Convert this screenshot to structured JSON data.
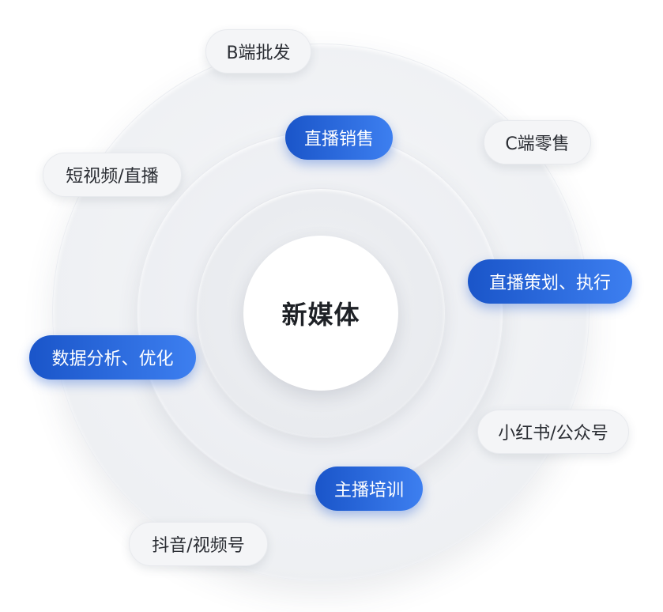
{
  "diagram": {
    "center": {
      "label": "新媒体"
    },
    "outer_ring": [
      {
        "label": "B端批发",
        "style": "light"
      },
      {
        "label": "C端零售",
        "style": "light"
      },
      {
        "label": "短视频/直播",
        "style": "light"
      },
      {
        "label": "小红书/公众号",
        "style": "light"
      },
      {
        "label": "抖音/视频号",
        "style": "light"
      }
    ],
    "middle_ring": [
      {
        "label": "直播销售",
        "style": "blue"
      },
      {
        "label": "直播策划、执行",
        "style": "blue"
      },
      {
        "label": "数据分析、优化",
        "style": "blue"
      },
      {
        "label": "主播培训",
        "style": "blue"
      }
    ],
    "colors": {
      "accent_blue_start": "#1a55c9",
      "accent_blue_end": "#3d7ff0",
      "light_pill": "#f4f5f7",
      "ring_fill": "#eef0f3"
    }
  }
}
